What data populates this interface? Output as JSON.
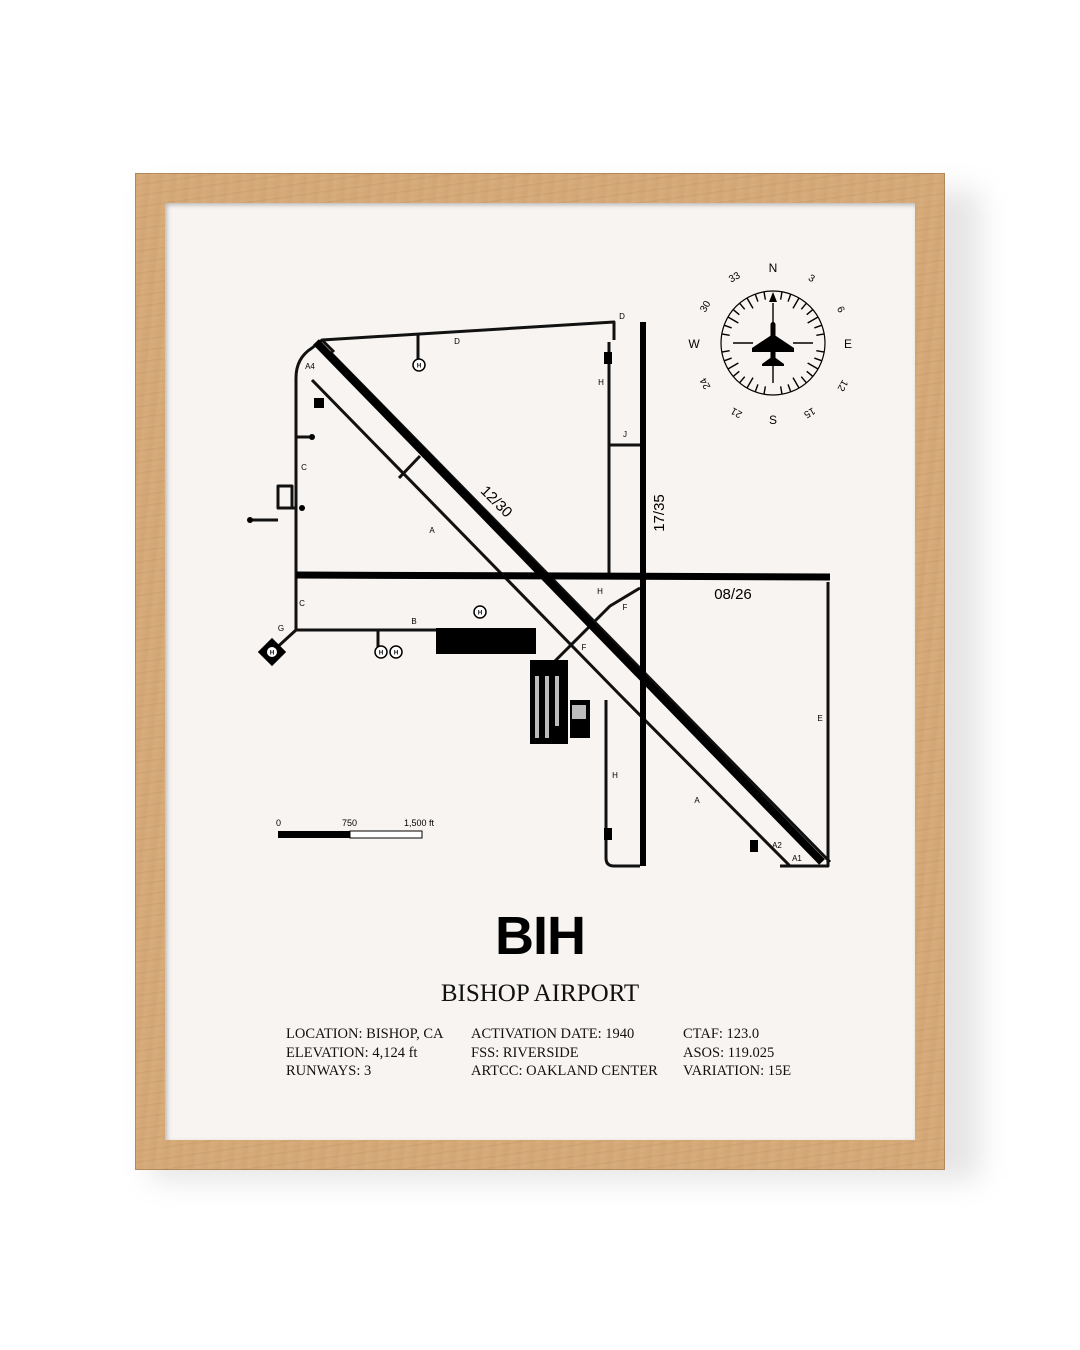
{
  "poster": {
    "code": "BIH",
    "name": "BISHOP AIRPORT",
    "info_columns": [
      [
        "LOCATION: BISHOP, CA",
        "ELEVATION: 4,124 ft",
        "RUNWAYS: 3"
      ],
      [
        "ACTIVATION DATE: 1940",
        "FSS: RIVERSIDE",
        "ARTCC: OAKLAND CENTER"
      ],
      [
        "CTAF: 123.0",
        "ASOS: 119.025",
        "VARIATION: 15E"
      ]
    ]
  },
  "diagram": {
    "runways": [
      "12/30",
      "17/35",
      "08/26"
    ],
    "taxiway_labels": {
      "d_top": "D",
      "d_mid": "D",
      "h_upper": "H",
      "j": "J",
      "a4": "A4",
      "c_upper": "C",
      "a_upper": "A",
      "c_lower": "C",
      "g": "G",
      "b": "B",
      "h_mid": "H",
      "f_upper": "F",
      "f_lower": "F",
      "e": "E",
      "h_lower": "H",
      "a_lower": "A",
      "a2": "A2",
      "a1": "A1"
    },
    "helipad_label": "H",
    "compass": {
      "cardinals": [
        "N",
        "E",
        "S",
        "W"
      ],
      "headings": [
        "3",
        "6",
        "12",
        "15",
        "21",
        "24",
        "30",
        "33"
      ]
    },
    "scale": {
      "labels": [
        "0",
        "750",
        "1,500 ft"
      ]
    }
  }
}
